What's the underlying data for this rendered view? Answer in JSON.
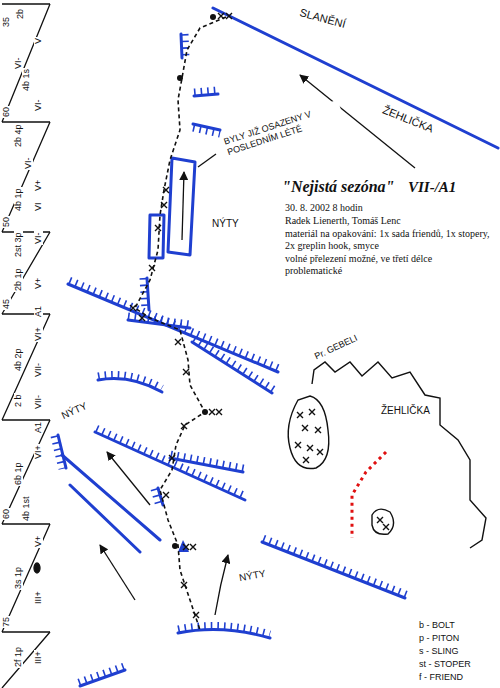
{
  "diagram": {
    "title": "\"Nejistá sezóna\"",
    "labels": [
      "VII-/A1",
      "30. 8. 2002 8 hodin",
      "Radek Lienerth, Tomáš Lenc",
      "materiál na opakování: 1x sada friendů, 1x stopery, 2x greplin hook, smyce",
      "volné přelezení možné, ve třetí délce problematické",
      "SLANĚNÍ",
      "ŽEHLIČKA",
      "BYLY JIŽ OSAZENY V POSLEDNÍM LÉTĚ",
      "NÝTY",
      "NÝTY",
      "NÝTY",
      "Pr. GEBELI",
      "ŽEHLIČKA",
      "35",
      "2b",
      "V",
      "VI-",
      "4b 1s",
      "VI-",
      "60",
      "2b 4p",
      "VI-",
      "V+",
      "4b 1p",
      "VI",
      "50",
      "2st 3p",
      "VI-",
      "2b 1p",
      "V+",
      "45",
      "A1",
      "VI+",
      "4b 2p",
      "VII-",
      "2 b",
      "VII-",
      "A1",
      "VI+",
      "6b 1p",
      "60",
      "4b 1st",
      "V+",
      "3s 1p",
      "III+",
      "75",
      "2f 1p",
      "III+"
    ],
    "legend": [
      {
        "text": "b - BOLT"
      },
      {
        "text": "p - PITON"
      },
      {
        "text": "s - SLING"
      },
      {
        "text": "st - STOPER"
      },
      {
        "text": "f - FRIEND"
      }
    ]
  }
}
